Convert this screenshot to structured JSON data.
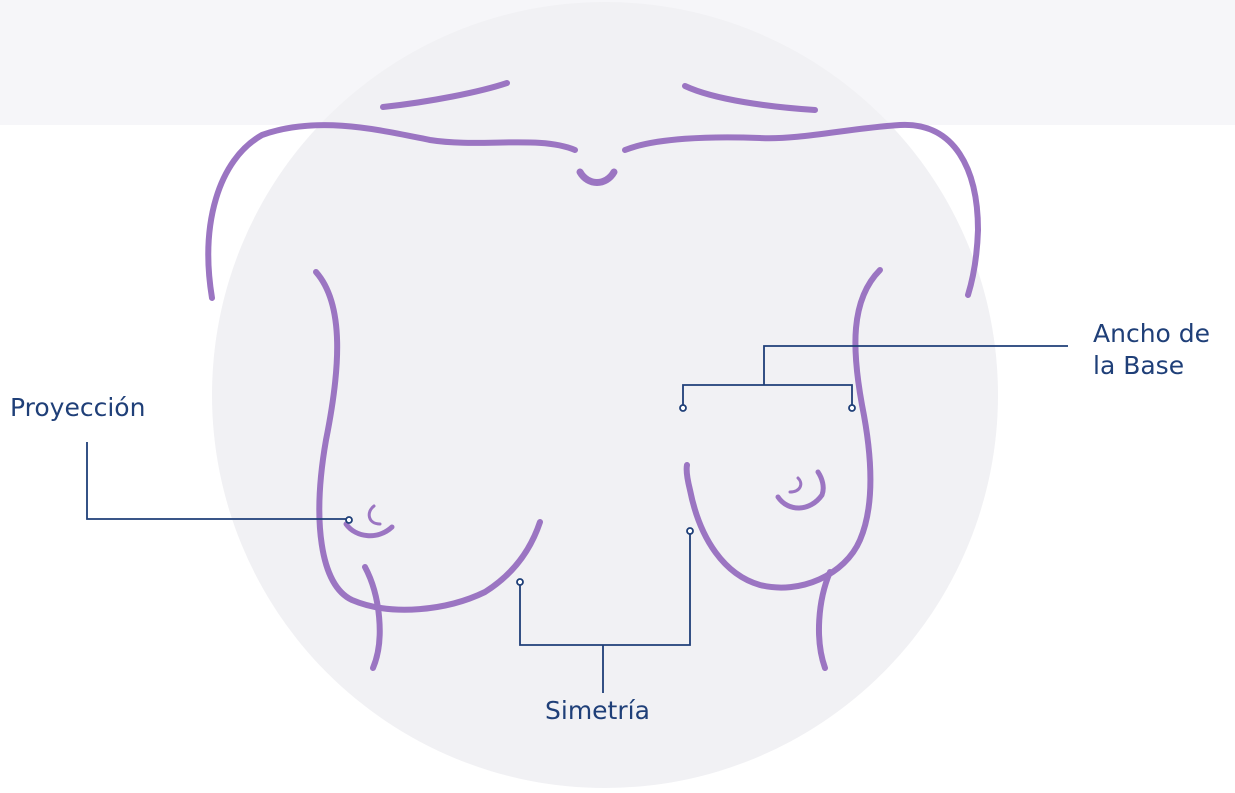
{
  "labels": {
    "proyeccion": "Proyección",
    "simetria": "Simetría",
    "ancho_line1": "Ancho de",
    "ancho_line2": "la Base"
  },
  "colors": {
    "outline": "#9b75c2",
    "callout": "#1f3f78",
    "circle_bg": "#f1f1f4",
    "band_bg": "#f6f6f9"
  }
}
